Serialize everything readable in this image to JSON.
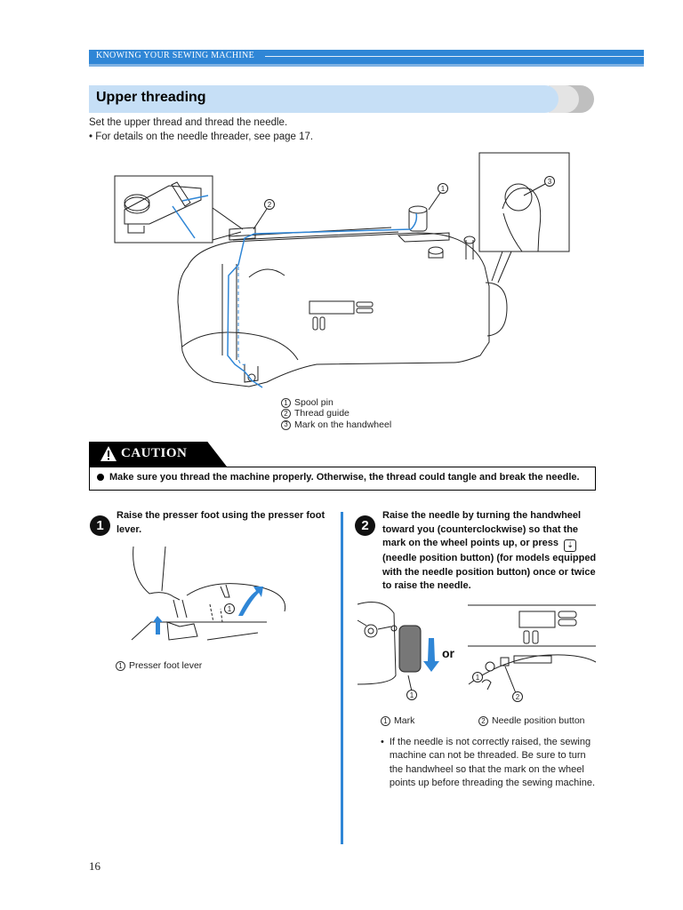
{
  "header": {
    "section": "KNOWING YOUR SEWING MACHINE"
  },
  "section": {
    "title": "Upper threading"
  },
  "intro": {
    "line1": "Set the upper thread and thread the needle.",
    "line2": "• For details on the needle threader, see page 17."
  },
  "figure_main": {
    "callouts": [
      {
        "num": "1",
        "label": "Spool pin"
      },
      {
        "num": "2",
        "label": "Thread guide"
      },
      {
        "num": "3",
        "label": "Mark on the handwheel"
      }
    ]
  },
  "caution": {
    "title": "CAUTION",
    "text": "Make sure you thread the machine properly. Otherwise, the thread could tangle and break the needle."
  },
  "steps": [
    {
      "num": "1",
      "line1": "Raise the presser foot using the presser foot",
      "line2": "lever.",
      "figure_label": "Presser foot lever",
      "figure_num": "1"
    },
    {
      "num": "2",
      "line1": "Raise the needle by turning the handwheel",
      "line2": "toward you (counterclockwise) so that the",
      "line3": "mark on the wheel points up, or press",
      "line4": "(needle position button) (for models equipped",
      "line5": "with the needle position button) once or twice",
      "line6": "to raise the needle.",
      "figure_label_1": "Mark",
      "figure_label_2": "Needle position button",
      "or_text": "or"
    }
  ],
  "note": {
    "text": "If the needle is not correctly raised, the sewing machine can not be threaded. Be sure to turn the handwheel so that the mark on the wheel points up before threading the sewing machine."
  },
  "page_number": "16",
  "colors": {
    "accent_blue": "#2f86d6",
    "light_blue": "#c6dff6",
    "thread_blue": "#2f86d6"
  }
}
